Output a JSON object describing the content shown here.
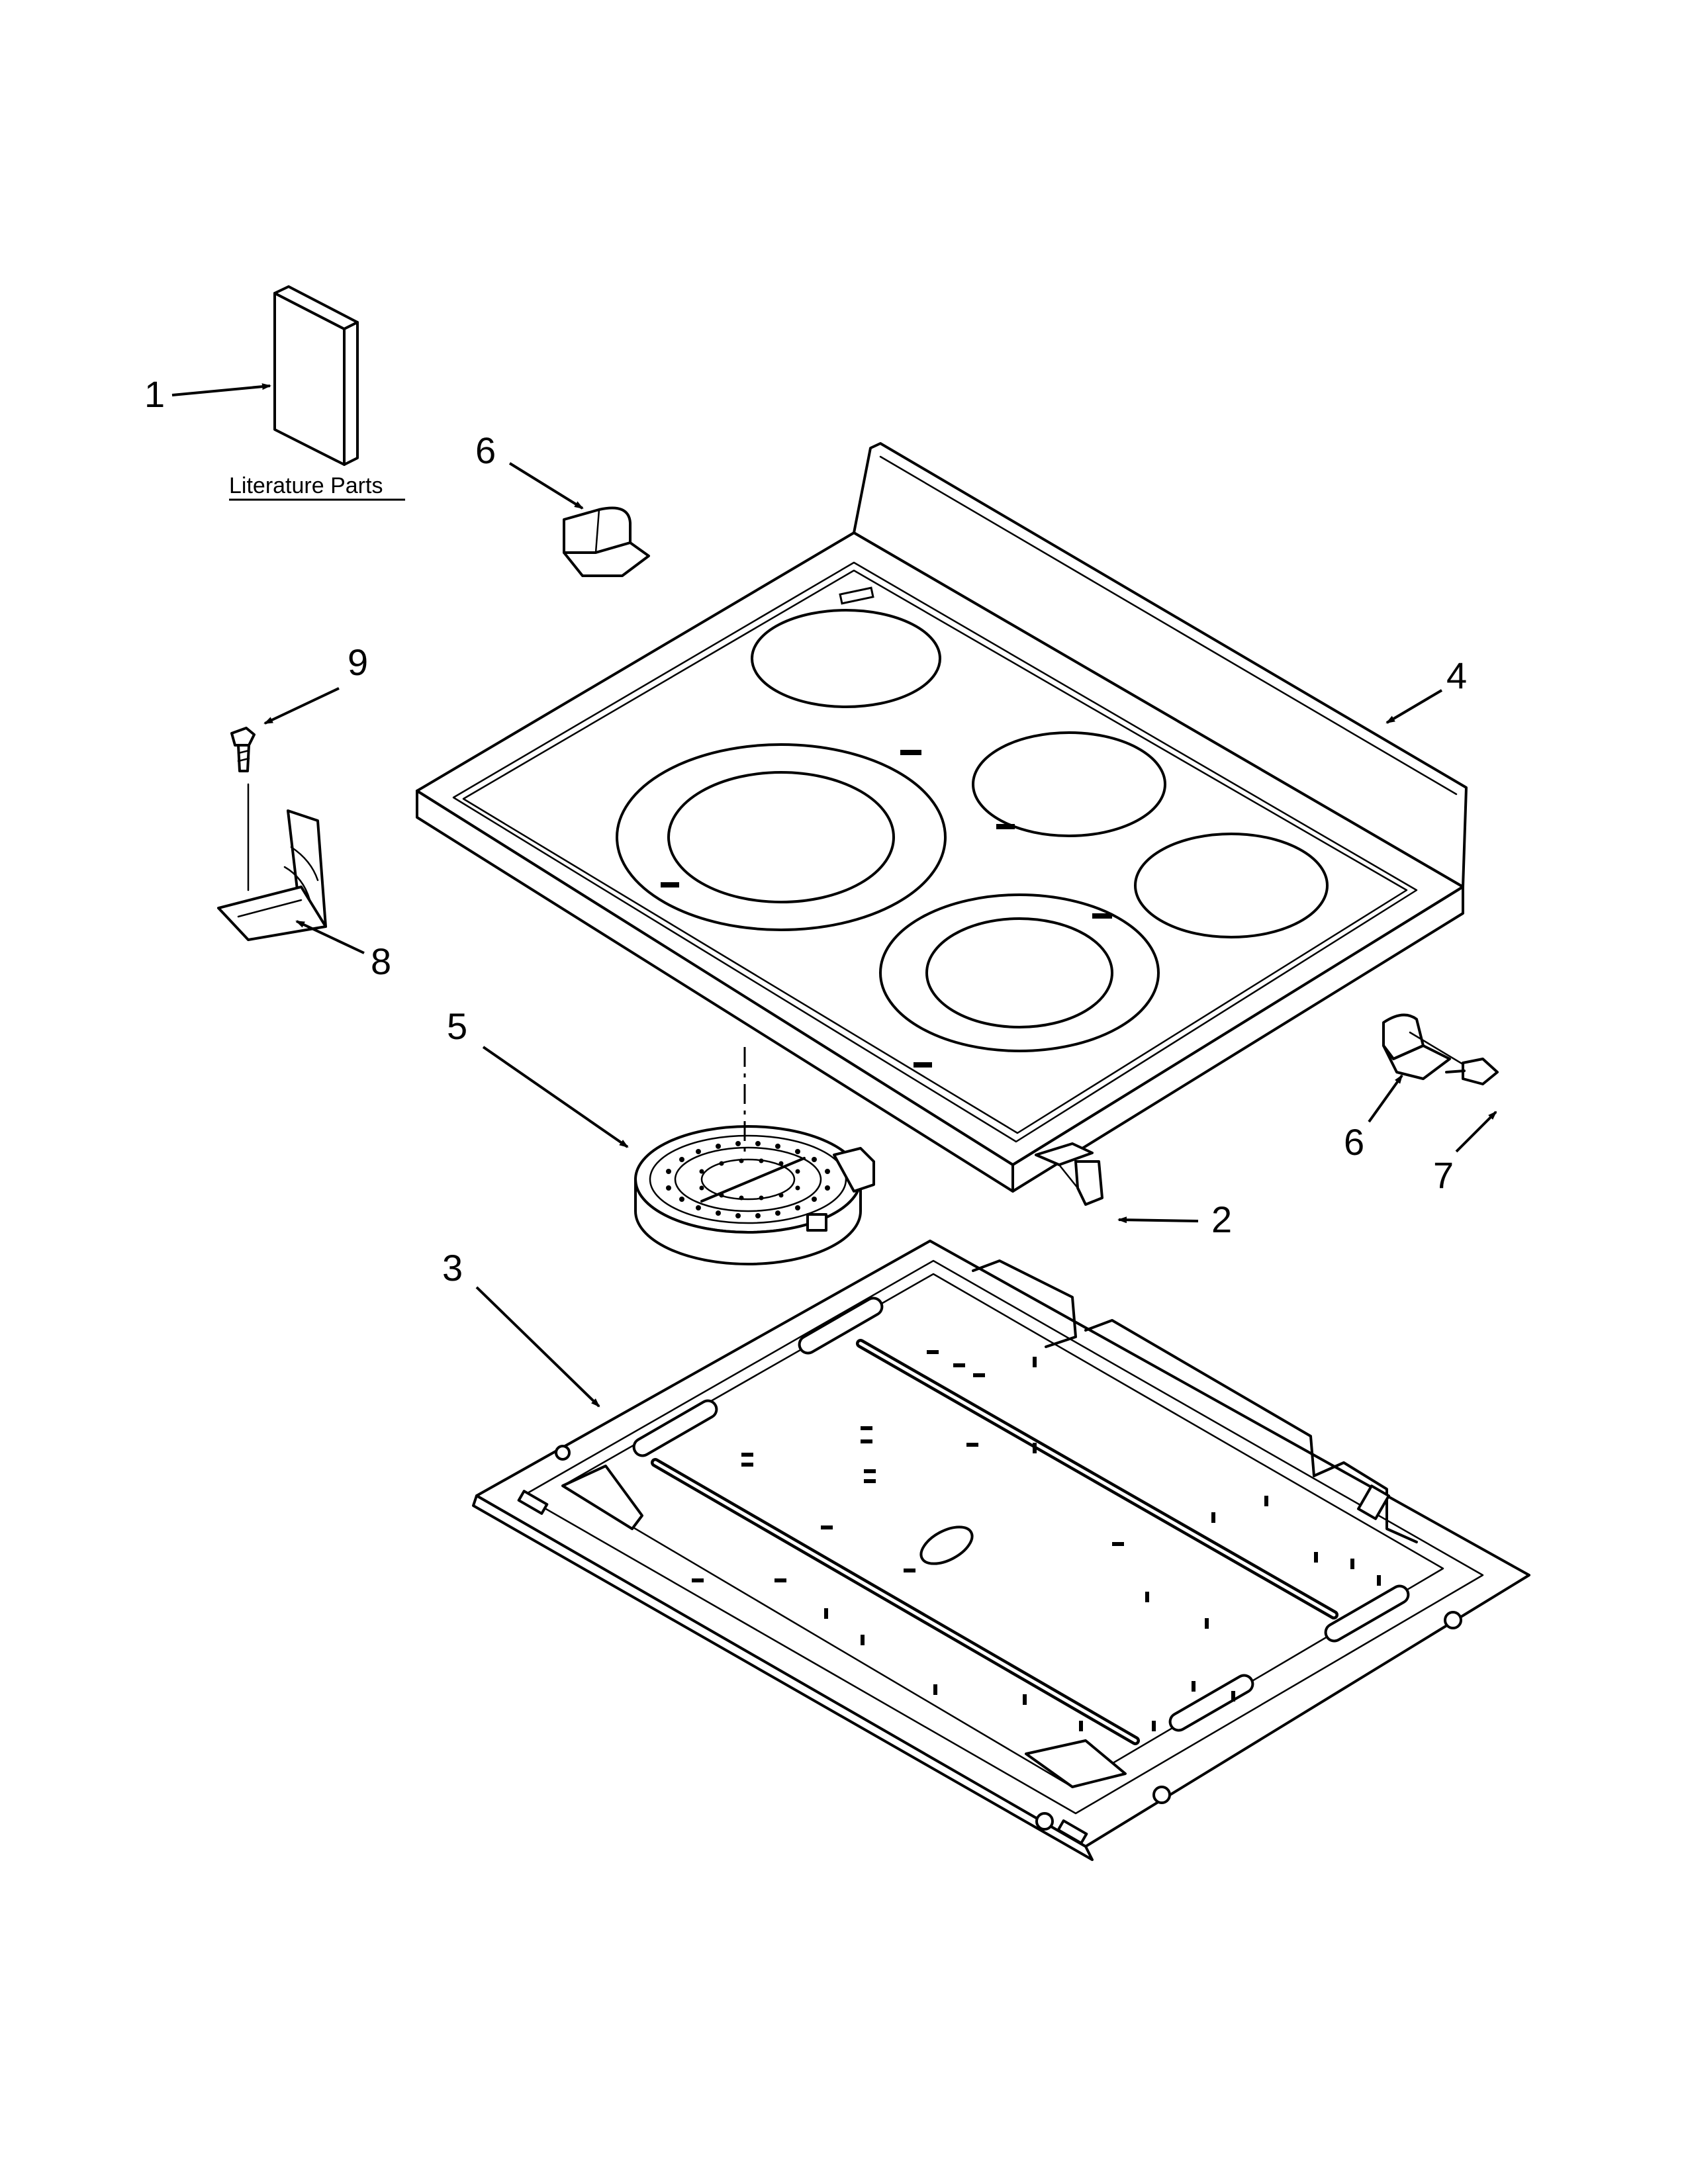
{
  "literature_label": "Literature Parts",
  "callouts": {
    "c1": "1",
    "c2": "2",
    "c3": "3",
    "c4": "4",
    "c5": "5",
    "c6a": "6",
    "c6b": "6",
    "c7": "7",
    "c8": "8",
    "c9": "9"
  }
}
